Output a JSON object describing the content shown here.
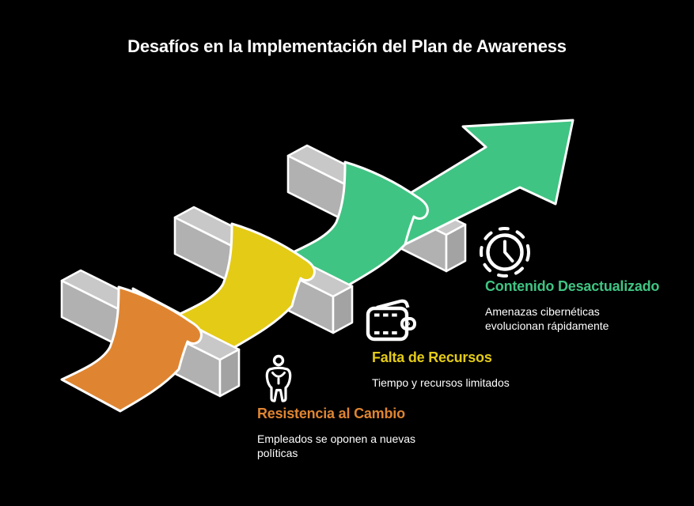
{
  "title": "Desafíos en la Implementación del Plan de Awareness",
  "challenges": [
    {
      "label": "Resistencia al Cambio",
      "description": "Empleados se oponen a nuevas políticas",
      "color": "#df8531",
      "icon": "person-icon"
    },
    {
      "label": "Falta de Recursos",
      "description": "Tiempo y recursos limitados",
      "color": "#e4cb16",
      "icon": "wallet-icon"
    },
    {
      "label": "Contenido Desactualizado",
      "description": "Amenazas cibernéticas evolucionan rápidamente",
      "color": "#40c483",
      "icon": "clock-icon"
    }
  ],
  "beam": {
    "top": "#c8c8c8",
    "front": "#b1b1b1",
    "end": "#a3a3a3",
    "outline": "#ffffff"
  },
  "background": "#000000",
  "text_color": "#ffffff"
}
